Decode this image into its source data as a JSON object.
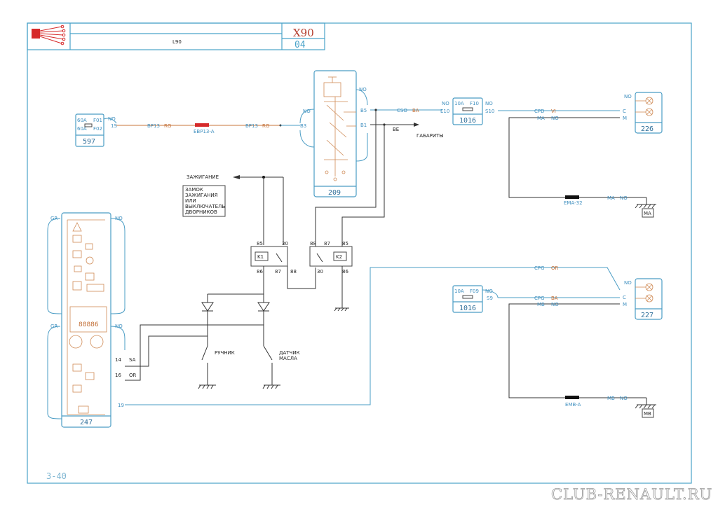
{
  "header": {
    "title": "X90",
    "subtitle": "04",
    "label": "L90",
    "logo_icon": "harness-connector-icon"
  },
  "page_number": "3-40",
  "watermark": "CLUB-RENAULT.RU",
  "components": {
    "c597": {
      "number": "597",
      "fuse1_rating": "60A",
      "fuse1_id": "F01",
      "fuse2_rating": "60A",
      "fuse2_id": "F02",
      "pin_no": "NO",
      "pin_out": "1S"
    },
    "c209": {
      "number": "209",
      "pin_no_left": "NO",
      "pin_no_right": "NO",
      "pin_b3": "B3",
      "pin_b5": "B5",
      "pin_b1": "B1"
    },
    "c1016a": {
      "number": "1016",
      "fuse_rating": "10A",
      "fuse_id": "F10",
      "pin_no_left": "NO",
      "pin_no_right": "NO",
      "pin_in": "E10",
      "pin_out": "S10"
    },
    "c1016b": {
      "number": "1016",
      "fuse_rating": "10A",
      "fuse_id": "F09",
      "pin_no": "NO",
      "pin_out": "S9"
    },
    "c226": {
      "number": "226",
      "pin_no": "NO",
      "pin_c": "C",
      "pin_m": "M"
    },
    "c227": {
      "number": "227",
      "pin_no": "NO",
      "pin_c": "C",
      "pin_m": "M"
    },
    "c247": {
      "number": "247",
      "gr_top": "GR",
      "no_top": "NO",
      "gr_bottom": "GR",
      "no_bottom": "NO",
      "pin14": "14",
      "pin16": "16",
      "pin19": "19",
      "wire14": "SA",
      "wire16": "OR"
    }
  },
  "relays": {
    "k1": {
      "label": "K1",
      "p85": "85",
      "p86": "86",
      "p30": "30",
      "p87": "87",
      "p88": "88"
    },
    "k2": {
      "label": "K2",
      "p85": "85",
      "p86": "86",
      "p30": "30",
      "p87": "87",
      "p88": "88"
    }
  },
  "wires": {
    "bp13_left": "BP13",
    "rg_left": "RG",
    "ebp13": "EBP13-A",
    "bp13_right": "BP13",
    "rg_right": "RG",
    "cso": "CSO",
    "ba1": "BA",
    "be": "BE",
    "cpd": "CPD",
    "vi": "VI",
    "ma": "MA",
    "no_ma": "NO",
    "ema32": "EMA-32",
    "ma2": "MA",
    "no_ma2": "NO",
    "cpg_top": "CPG",
    "or_top": "OR",
    "cpg": "CPG",
    "ba2": "BA",
    "mb": "MB",
    "no_mb": "NO",
    "emb": "EMB-A",
    "mb2": "MB",
    "no_mb2": "NO"
  },
  "grounds": {
    "ma": "MA",
    "mb": "MB"
  },
  "labels": {
    "ignition": "ЗАЖИГАНИЕ",
    "ignition_note": [
      "ЗАМОК",
      "ЗАЖИГАНИЯ",
      "ИЛИ",
      "ВЫКЛЮЧАТЕЛЬ",
      "ДВОРНИКОВ"
    ],
    "parking_lights": "ГАБАРИТЫ",
    "handbrake": "РУЧНИК",
    "oil_sensor": [
      "ДАТЧИК",
      "МАСЛА"
    ]
  },
  "cluster_display": "88886"
}
